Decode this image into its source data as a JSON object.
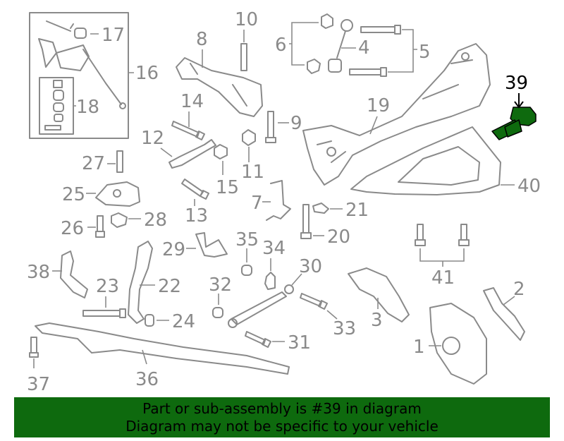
{
  "parts": {
    "p1": "1",
    "p2": "2",
    "p3": "3",
    "p4": "4",
    "p5": "5",
    "p6": "6",
    "p7": "7",
    "p8": "8",
    "p9": "9",
    "p10": "10",
    "p11": "11",
    "p12": "12",
    "p13": "13",
    "p14": "14",
    "p15": "15",
    "p16": "16",
    "p17": "17",
    "p18": "18",
    "p19": "19",
    "p20": "20",
    "p21": "21",
    "p22": "22",
    "p23": "23",
    "p24": "24",
    "p25": "25",
    "p26": "26",
    "p27": "27",
    "p28": "28",
    "p29": "29",
    "p30": "30",
    "p31": "31",
    "p32": "32",
    "p33": "33",
    "p34": "34",
    "p35": "35",
    "p36": "36",
    "p37": "37",
    "p38": "38",
    "p39": "39",
    "p40": "40",
    "p41": "41"
  },
  "highlighted_part": "39",
  "colors": {
    "highlight": "#0e6a0e",
    "line_art": "#8a8a8a",
    "banner_bg": "#0e6a0e"
  },
  "banner": {
    "line1": "Part or sub-assembly is #39 in diagram",
    "line2": "Diagram may not be specific to your vehicle"
  }
}
